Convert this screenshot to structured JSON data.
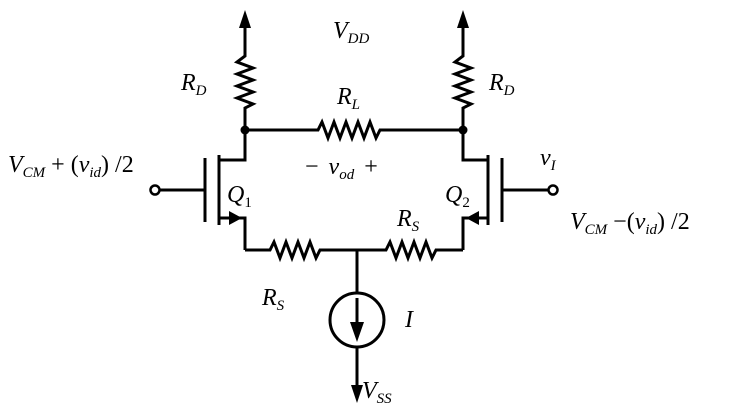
{
  "labels": {
    "vdd": {
      "main": "V",
      "sub": "DD"
    },
    "vss": {
      "main": "V",
      "sub": "SS"
    },
    "rd_left": {
      "main": "R",
      "sub": "D"
    },
    "rd_right": {
      "main": "R",
      "sub": "D"
    },
    "rl": {
      "main": "R",
      "sub": "L"
    },
    "vod": {
      "minus": "−",
      "main": "v",
      "sub": "od",
      "plus": "+"
    },
    "q1": {
      "main": "Q",
      "sub": "1"
    },
    "q2": {
      "main": "Q",
      "sub": "2"
    },
    "rs_left": {
      "main": "R",
      "sub": "S"
    },
    "rs_right": {
      "main": "R",
      "sub": "S"
    },
    "current": {
      "main": "I"
    },
    "vi": {
      "main": "v",
      "sub": "I"
    },
    "input_left": {
      "v": "V",
      "cm": "CM",
      "mid": " + (",
      "vid": "v",
      "id": "id",
      "end": ") /2"
    },
    "input_right": {
      "v": "V",
      "cm": "CM",
      "mid": " −(",
      "vid": "v",
      "id": "id",
      "end": ") /2"
    }
  }
}
